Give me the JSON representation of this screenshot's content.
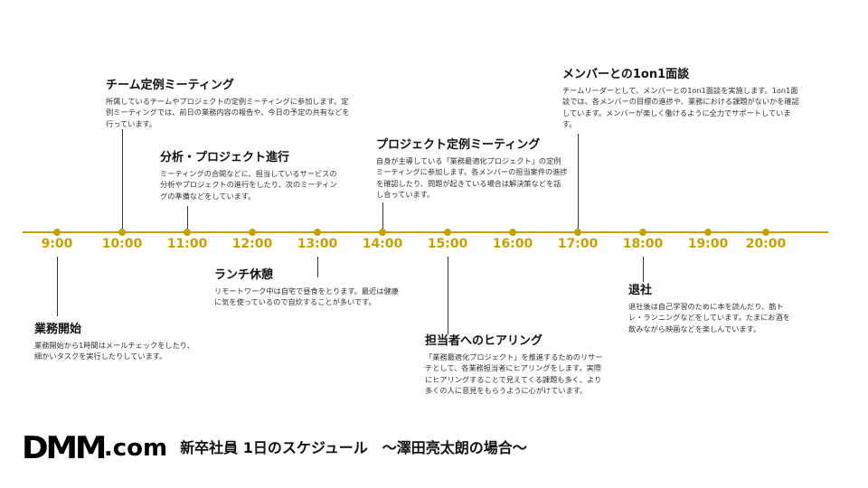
{
  "timeline": {
    "times": [
      "9:00",
      "10:00",
      "11:00",
      "12:00",
      "13:00",
      "14:00",
      "15:00",
      "16:00",
      "17:00",
      "18:00",
      "19:00",
      "20:00"
    ],
    "axis_color": "#c8a000"
  },
  "events": [
    {
      "title": "業務開始",
      "description": "業務開始から1時間はメールチェックをしたり、細かいタスクを実行したりしています。"
    },
    {
      "title": "チーム定例ミーティング",
      "description": "所属しているチームやプロジェクトの定例ミーティングに参加します。定例ミーティングでは、前日の業務内容の報告や、今日の予定の共有などを行っています。"
    },
    {
      "title": "分析・プロジェクト進行",
      "description": "ミーティングの合間などに、担当しているサービスの分析やプロジェクトの進行をしたり、次のミーティングの準備などをしています。"
    },
    {
      "title": "ランチ休憩",
      "description": "リモートワーク中は自宅で昼食をとります。最近は健康に気を使っているので自炊することが多いです。"
    },
    {
      "title": "プロジェクト定例ミーティング",
      "description": "自身が主導している「業務最適化プロジェクト」の定例ミーティングに参加します。各メンバーの担当案件の進捗を確認したり、問題が起きている場合は解決策などを話し合っています。"
    },
    {
      "title": "担当者へのヒアリング",
      "description": "「業務最適化プロジェクト」を推進するためのリサーチとして、各業務担当者にヒアリングをします。実際にヒアリングすることで見えてくる課題も多く、より多くの人に意見をもらうように心がけています。"
    },
    {
      "title": "メンバーとの1on1面談",
      "description": "チームリーダーとして、メンバーとの1on1面談を実施します。1on1面談では、各メンバーの目標の進捗や、業務における課題がないかを確認しています。メンバーが楽しく働けるように全力でサポートしています。"
    },
    {
      "title": "退社",
      "description": "退社後は自己学習のために本を読んだり、筋トレ・ランニングなどをしています。たまにお酒を飲みながら映画などを楽しんでいます。"
    }
  ],
  "footer": {
    "logo_main": "DMM",
    "logo_suffix": ".com",
    "title": "新卒社員 1日のスケジュール　〜澤田亮太朗の場合〜"
  }
}
